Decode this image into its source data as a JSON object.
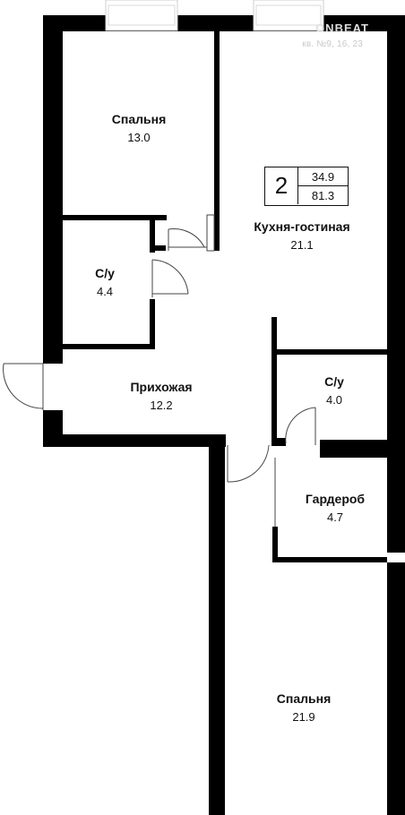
{
  "watermark": {
    "brand": "ONBEAT",
    "caption": "кв. №9, 16, 23"
  },
  "summary_badge": {
    "rooms": "2",
    "living_area": "34.9",
    "total_area": "81.3"
  },
  "rooms": {
    "bedroom_top": {
      "name": "Спальня",
      "area": "13.0"
    },
    "kitchen_living": {
      "name": "Кухня-гостиная",
      "area": "21.1"
    },
    "bathroom_left": {
      "name": "С/у",
      "area": "4.4"
    },
    "hallway": {
      "name": "Прихожая",
      "area": "12.2"
    },
    "bathroom_right": {
      "name": "С/у",
      "area": "4.0"
    },
    "wardrobe": {
      "name": "Гардероб",
      "area": "4.7"
    },
    "bedroom_bottom": {
      "name": "Спальня",
      "area": "21.9"
    }
  },
  "colors": {
    "wall": "#000000",
    "background": "#ffffff",
    "window": "#d4d4d4"
  }
}
